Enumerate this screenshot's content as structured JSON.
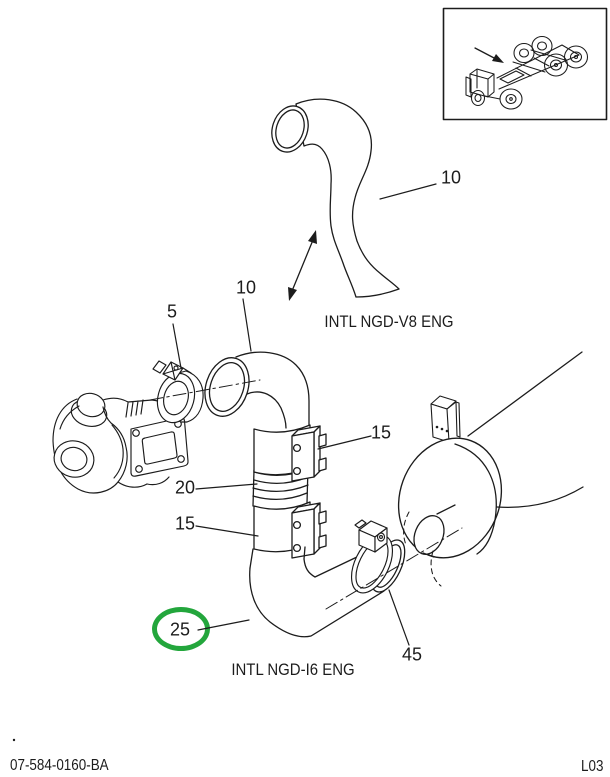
{
  "page": {
    "background": "#ffffff",
    "ink": "#1c1c1c"
  },
  "inset": {
    "description": "vehicle-locator-thumbnail"
  },
  "variants": {
    "v8": {
      "label": "INTL NGD-V8 ENG"
    },
    "i6": {
      "label": "INTL NGD-I6 ENG"
    }
  },
  "callouts": {
    "v8_hose": "10",
    "i6_hose": "10",
    "turbo_clamp": "5",
    "upper_clamp": "15",
    "hump_hose": "20",
    "lower_clamp": "15",
    "elbow_pipe": "25",
    "outlet_clamp": "45"
  },
  "highlight": {
    "callout": "25",
    "color": "#23a63c"
  },
  "footer": {
    "document_number": "07-584-0160-BA",
    "page_code": "L03"
  }
}
